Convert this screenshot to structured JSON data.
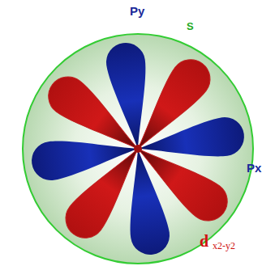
{
  "diagram": {
    "labels": [
      "Py",
      "S",
      "Px",
      "d",
      "x2-y2"
    ]
  }
}
